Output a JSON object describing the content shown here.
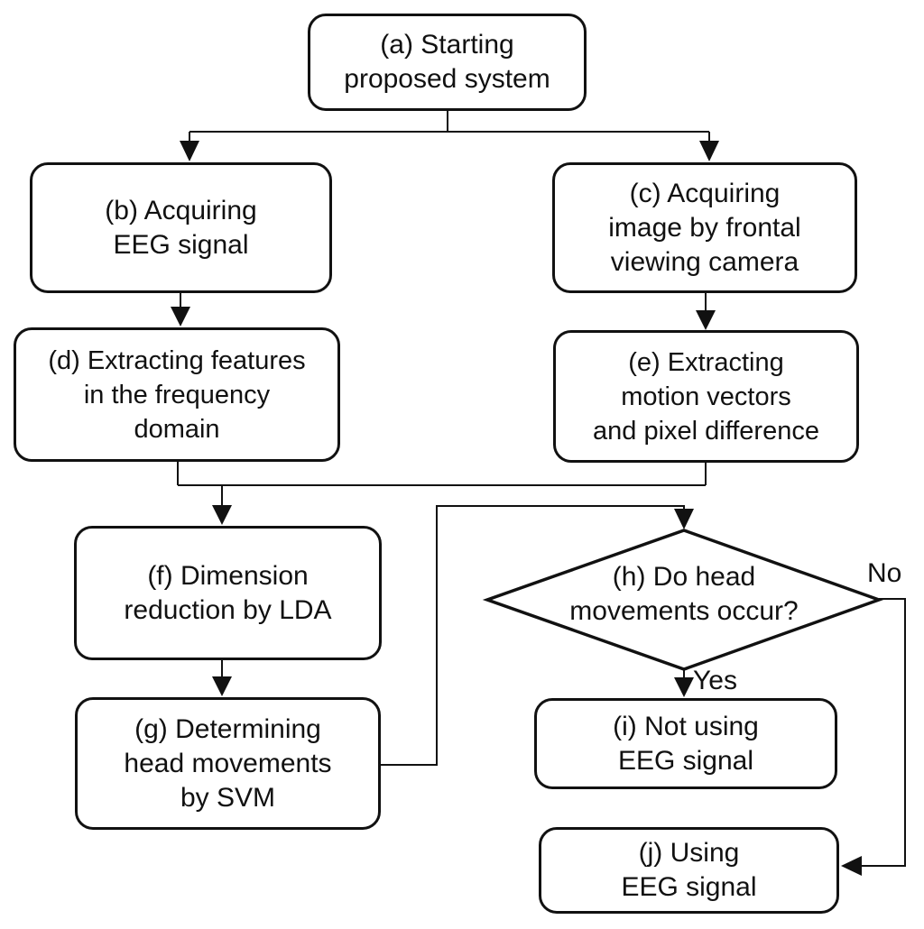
{
  "diagram_type": "flowchart",
  "colors": {
    "stroke": "#111111",
    "fill": "#ffffff",
    "text": "#111111"
  },
  "nodes": {
    "a": {
      "shape": "rounded-rectangle",
      "lines": [
        "(a) Starting",
        "proposed system"
      ]
    },
    "b": {
      "shape": "rounded-rectangle",
      "lines": [
        "(b) Acquiring",
        "EEG signal"
      ]
    },
    "c": {
      "shape": "rounded-rectangle",
      "lines": [
        "(c) Acquiring",
        "image by frontal",
        "viewing camera"
      ]
    },
    "d": {
      "shape": "rounded-rectangle",
      "lines": [
        "(d) Extracting features",
        "in the frequency",
        "domain"
      ]
    },
    "e": {
      "shape": "rounded-rectangle",
      "lines": [
        "(e) Extracting",
        "motion vectors",
        "and pixel difference"
      ]
    },
    "f": {
      "shape": "rounded-rectangle",
      "lines": [
        "(f) Dimension",
        "reduction by LDA"
      ]
    },
    "g": {
      "shape": "rounded-rectangle",
      "lines": [
        "(g) Determining",
        "head movements",
        "by SVM"
      ]
    },
    "h": {
      "shape": "diamond",
      "lines": [
        "(h) Do head",
        "movements occur?"
      ]
    },
    "i": {
      "shape": "rounded-rectangle",
      "lines": [
        "(i) Not using",
        "EEG signal"
      ]
    },
    "j": {
      "shape": "rounded-rectangle",
      "lines": [
        "(j) Using",
        "EEG signal"
      ]
    }
  },
  "edges": [
    {
      "from": "a",
      "to": "b",
      "label": ""
    },
    {
      "from": "a",
      "to": "c",
      "label": ""
    },
    {
      "from": "b",
      "to": "d",
      "label": ""
    },
    {
      "from": "c",
      "to": "e",
      "label": ""
    },
    {
      "from": "d",
      "to": "f",
      "label": ""
    },
    {
      "from": "e",
      "to": "f",
      "label": ""
    },
    {
      "from": "f",
      "to": "g",
      "label": ""
    },
    {
      "from": "g",
      "to": "h",
      "label": ""
    },
    {
      "from": "h",
      "to": "i",
      "label": "Yes"
    },
    {
      "from": "h",
      "to": "j",
      "label": "No"
    }
  ],
  "edge_labels": {
    "yes": "Yes",
    "no": "No"
  }
}
